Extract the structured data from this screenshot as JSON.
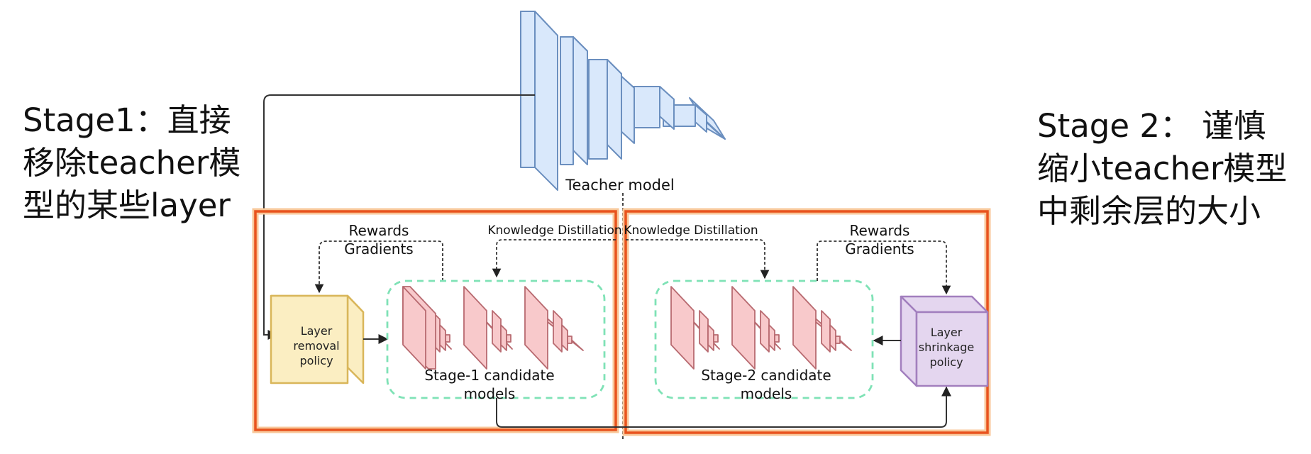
{
  "left_note": {
    "lines": [
      "Stage1：直接",
      "移除teacher模",
      "型的某些layer"
    ]
  },
  "right_note": {
    "lines": [
      "Stage 2： 谨慎",
      "缩小teacher模型",
      "中剩余层的大小"
    ]
  },
  "teacher": {
    "label": "Teacher model"
  },
  "stage1": {
    "rewards_label": "Rewards",
    "gradients_label": "Gradients",
    "kd_label": "Knowledge Distillation",
    "policy_label": [
      "Layer",
      "removal",
      "policy"
    ],
    "candidates_label": [
      "Stage-1 candidate",
      "models"
    ]
  },
  "stage2": {
    "rewards_label": "Rewards",
    "gradients_label": "Gradients",
    "kd_label": "Knowledge Distillation",
    "policy_label": [
      "Layer",
      "shrinkage",
      "policy"
    ],
    "candidates_label": [
      "Stage-2 candidate",
      "models"
    ]
  },
  "colors": {
    "stage_border": "#e8531e",
    "stage_glow": "#f8c79a",
    "teacher_fill": "#d9e8fb",
    "teacher_stroke": "#6b8fbf",
    "candidate_fill": "#f8c9cb",
    "candidate_stroke": "#b86a70",
    "removal_policy_fill": "#fbeec2",
    "removal_policy_stroke": "#d9b65a",
    "shrinkage_policy_fill": "#e4d6ef",
    "shrinkage_policy_stroke": "#a27fbe",
    "candidate_group_stroke": "#7fe2b6"
  }
}
